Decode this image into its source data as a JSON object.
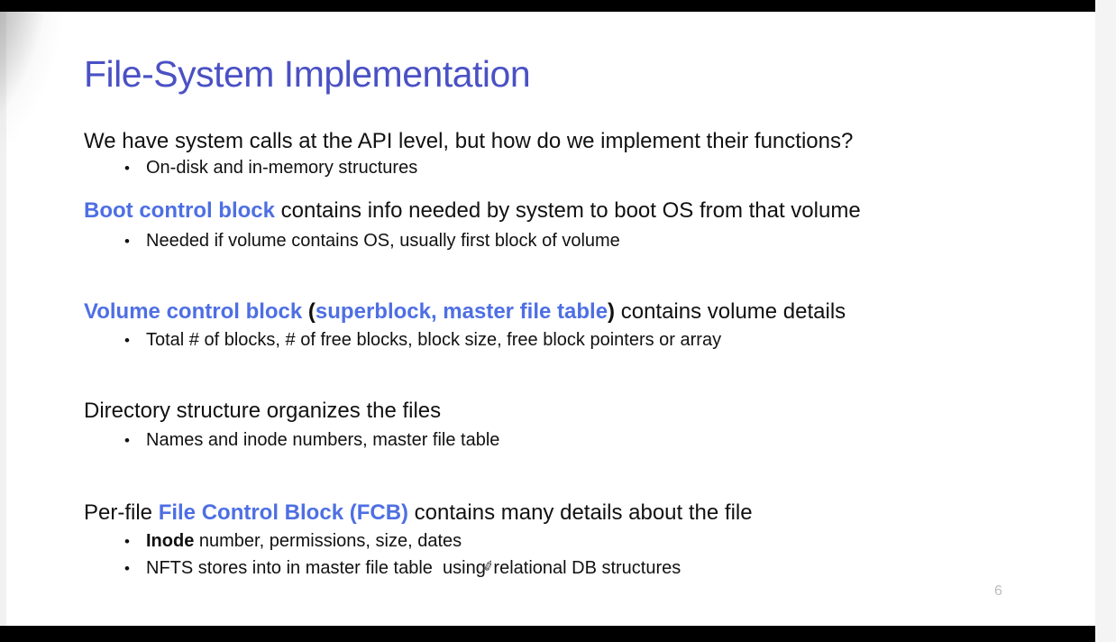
{
  "page": {
    "title": "File-System Implementation",
    "slide_number": "6"
  },
  "colors": {
    "title_blue": "#4a51c4",
    "term_blue": "#4e6fe3",
    "body_text": "#111111",
    "slide_number_gray": "#bdbdbd",
    "letterbox_black": "#000000",
    "window_strip_gray": "#f4f4f4"
  },
  "icons": {
    "pen_cursor": "pen-annotation-cursor",
    "bullet_marker": "bullet-dot"
  },
  "content": {
    "blocks": [
      {
        "type": "statement",
        "segments": [
          {
            "text": "We have system calls at the API level, but how do we implement their functions?",
            "style": "normal"
          }
        ]
      },
      {
        "type": "bullet",
        "segments": [
          {
            "text": "On-disk and in-memory structures",
            "style": "normal"
          }
        ]
      },
      {
        "type": "statement",
        "segments": [
          {
            "text": "Boot control block",
            "style": "blue-bold"
          },
          {
            "text": " contains info needed by system to boot OS from that volume",
            "style": "normal"
          }
        ]
      },
      {
        "type": "bullet",
        "segments": [
          {
            "text": "Needed if volume contains OS, usually first block of volume",
            "style": "normal"
          }
        ]
      },
      {
        "type": "statement",
        "segments": [
          {
            "text": "Volume control block ",
            "style": "blue-bold"
          },
          {
            "text": "(",
            "style": "black-bold"
          },
          {
            "text": "superblock, master file table",
            "style": "blue-bold"
          },
          {
            "text": ")",
            "style": "black-bold"
          },
          {
            "text": " contains volume details",
            "style": "normal"
          }
        ]
      },
      {
        "type": "bullet",
        "segments": [
          {
            "text": "Total # of blocks, # of free blocks, block size, free block pointers or array",
            "style": "normal"
          }
        ]
      },
      {
        "type": "statement",
        "segments": [
          {
            "text": "Directory structure organizes the files",
            "style": "normal"
          }
        ]
      },
      {
        "type": "bullet",
        "segments": [
          {
            "text": "Names and inode numbers, master file table",
            "style": "normal"
          }
        ]
      },
      {
        "type": "statement",
        "segments": [
          {
            "text": "Per-file ",
            "style": "normal"
          },
          {
            "text": "File Control Block (FCB)",
            "style": "blue-bold"
          },
          {
            "text": " contains many details about the file",
            "style": "normal"
          }
        ]
      },
      {
        "type": "bullet",
        "segments": [
          {
            "text": "Inode",
            "style": "black-bold"
          },
          {
            "text": " number, permissions, size, dates",
            "style": "normal"
          }
        ]
      },
      {
        "type": "bullet",
        "segments": [
          {
            "text": "NFTS stores into in master file table  using",
            "style": "normal"
          },
          {
            "text": "relational DB structures",
            "style": "normal"
          }
        ]
      }
    ]
  }
}
